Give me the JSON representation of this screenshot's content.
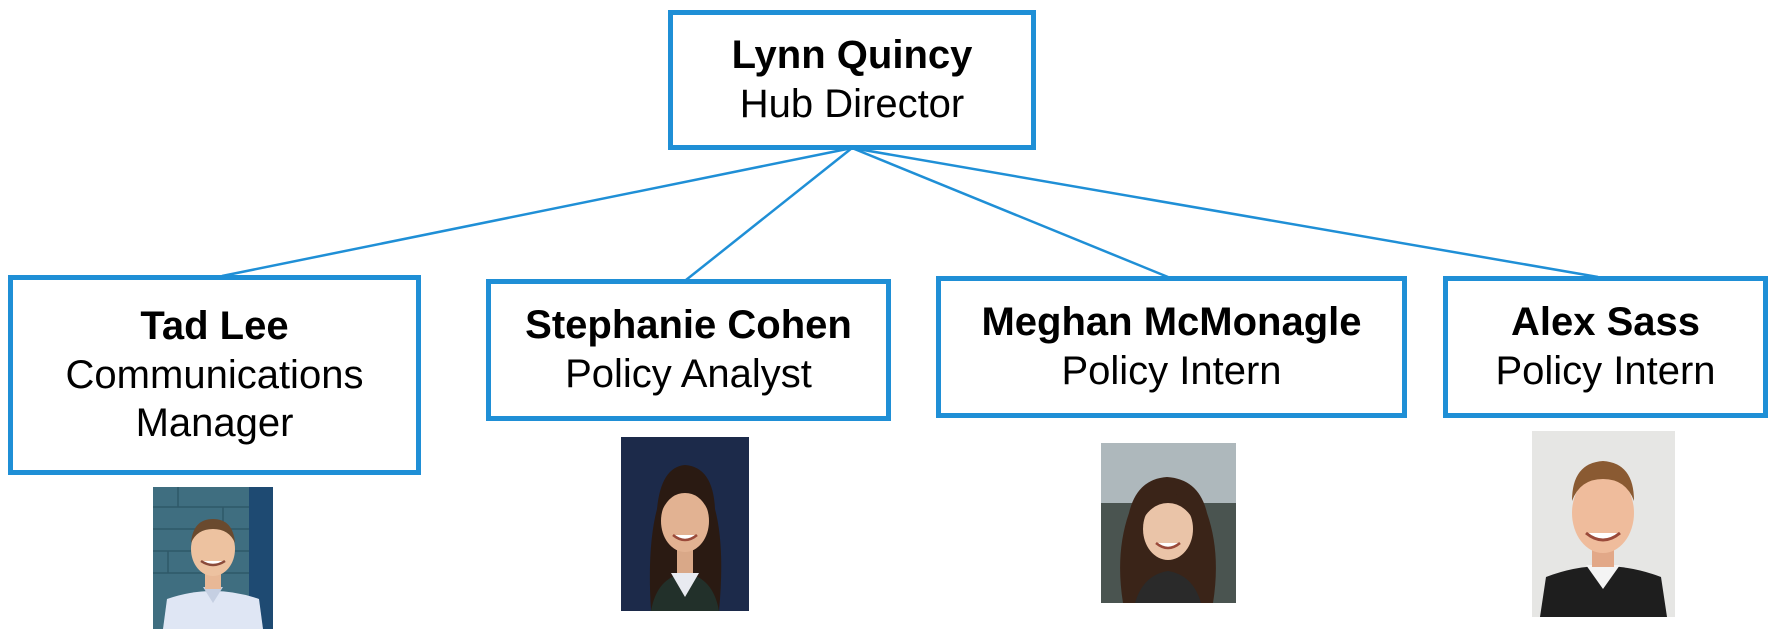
{
  "director": {
    "name": "Lynn Quincy",
    "title": "Hub Director"
  },
  "staff": [
    {
      "name": "Tad Lee",
      "title_line1": "Communications",
      "title_line2": "Manager",
      "photo_icon": "person-photo-man-shirt"
    },
    {
      "name": "Stephanie Cohen",
      "title_line1": "Policy Analyst",
      "photo_icon": "person-photo-woman-dark-hair"
    },
    {
      "name": "Meghan McMonagle",
      "title_line1": "Policy Intern",
      "photo_icon": "person-photo-woman-curly-hair"
    },
    {
      "name": "Alex Sass",
      "title_line1": "Policy Intern",
      "photo_icon": "person-photo-man-dark-shirt"
    }
  ],
  "colors": {
    "box_border": "#1f8fd6",
    "connector": "#1f8fd6"
  }
}
